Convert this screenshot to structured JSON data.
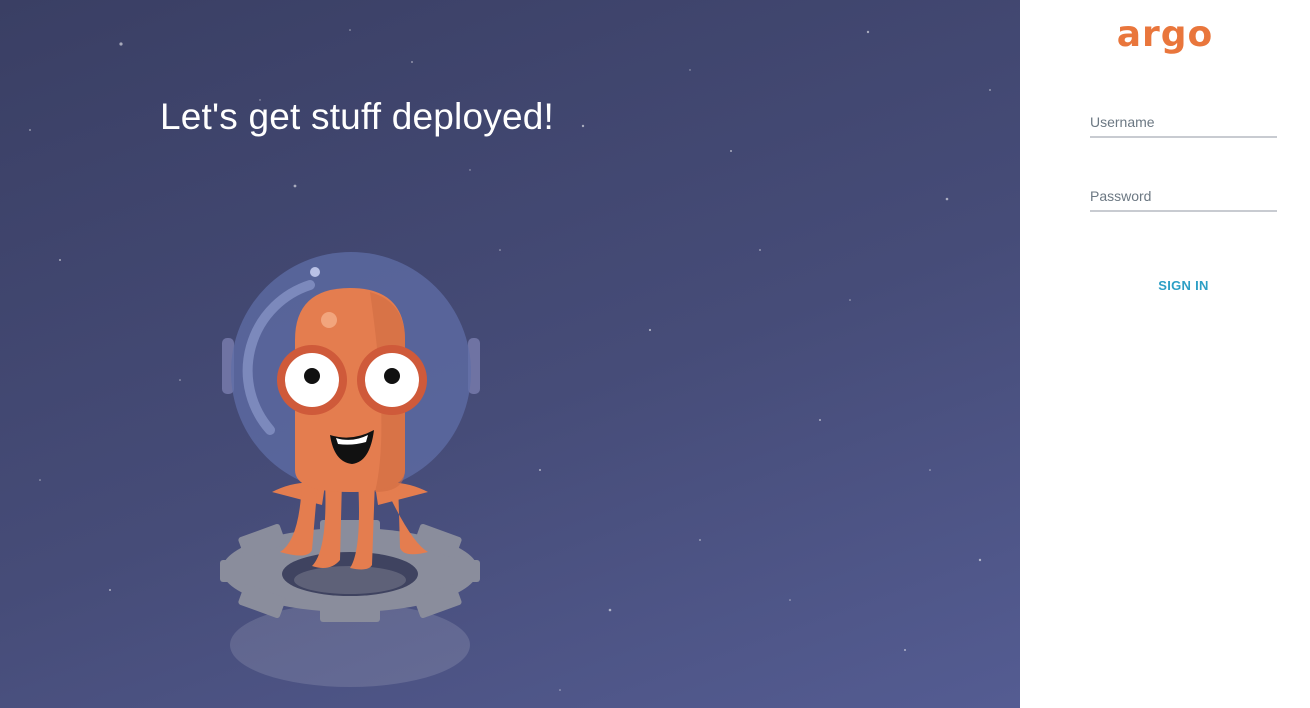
{
  "hero": {
    "tagline": "Let's get stuff deployed!",
    "illustration_icon": "argo-octopus-astronaut-icon"
  },
  "login": {
    "logo_text": "argo",
    "username_placeholder": "Username",
    "username_value": "",
    "password_placeholder": "Password",
    "password_value": "",
    "signin_label": "SIGN IN"
  },
  "colors": {
    "hero_background": "#434870",
    "brand_orange": "#e9763c",
    "signin_blue": "#2d9fc5",
    "panel_background": "#ffffff"
  }
}
